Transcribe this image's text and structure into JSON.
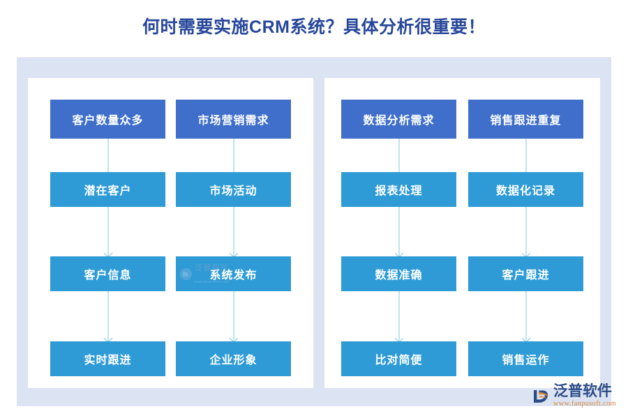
{
  "title": "何时需要实施CRM系统？具体分析很重要！",
  "theme": {
    "title_color": "#27479B",
    "frame_bg": "#DCE3F3",
    "panel_bg": "#FFFFFF",
    "head_box_color": "#3F6FCA",
    "step_box_color": "#2E9BD6",
    "arrow_color": "#7FC8DE",
    "brand_name_color": "#2B4C87",
    "brand_url_color": "#D98A3E"
  },
  "panels": [
    {
      "name": "left-panel",
      "columns": [
        {
          "name": "column-customer-volume",
          "head": "客户数量众多",
          "steps": [
            "潜在客户",
            "客户信息",
            "实时跟进"
          ]
        },
        {
          "name": "column-marketing-demand",
          "head": "市场营销需求",
          "steps": [
            "市场活动",
            "系统发布",
            "企业形象"
          ]
        }
      ]
    },
    {
      "name": "right-panel",
      "columns": [
        {
          "name": "column-data-analysis",
          "head": "数据分析需求",
          "steps": [
            "报表处理",
            "数据准确",
            "比对简便"
          ]
        },
        {
          "name": "column-sales-followup",
          "head": "销售跟进重复",
          "steps": [
            "数据化记录",
            "客户跟进",
            "销售运作"
          ]
        }
      ]
    }
  ],
  "watermark": {
    "text": "泛普软件",
    "url": "www.fanpusoft.com"
  },
  "brand": {
    "name": "泛普软件",
    "url": "www.fanpusoft.com"
  }
}
